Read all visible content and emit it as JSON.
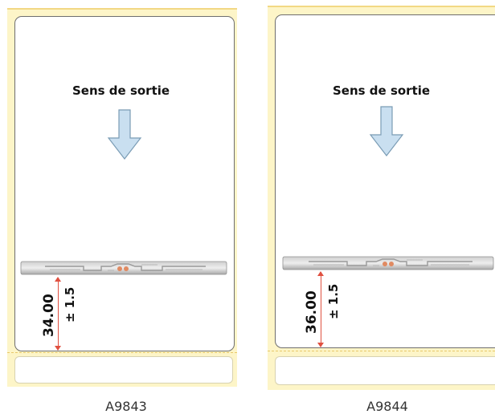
{
  "labels": [
    {
      "direction_text": "Sens de sortie",
      "dimension_value": "34.00",
      "tolerance": "± 1.5",
      "caption": "A9843"
    },
    {
      "direction_text": "Sens de sortie",
      "dimension_value": "36.00",
      "tolerance": "± 1.5",
      "caption": "A9844"
    }
  ],
  "colors": {
    "liner": "#fdf5c8",
    "label_border": "#6e6e6e",
    "arrow_fill": "#c9dff0",
    "arrow_stroke": "#7a9cb5",
    "dimension_line": "#e05040"
  }
}
